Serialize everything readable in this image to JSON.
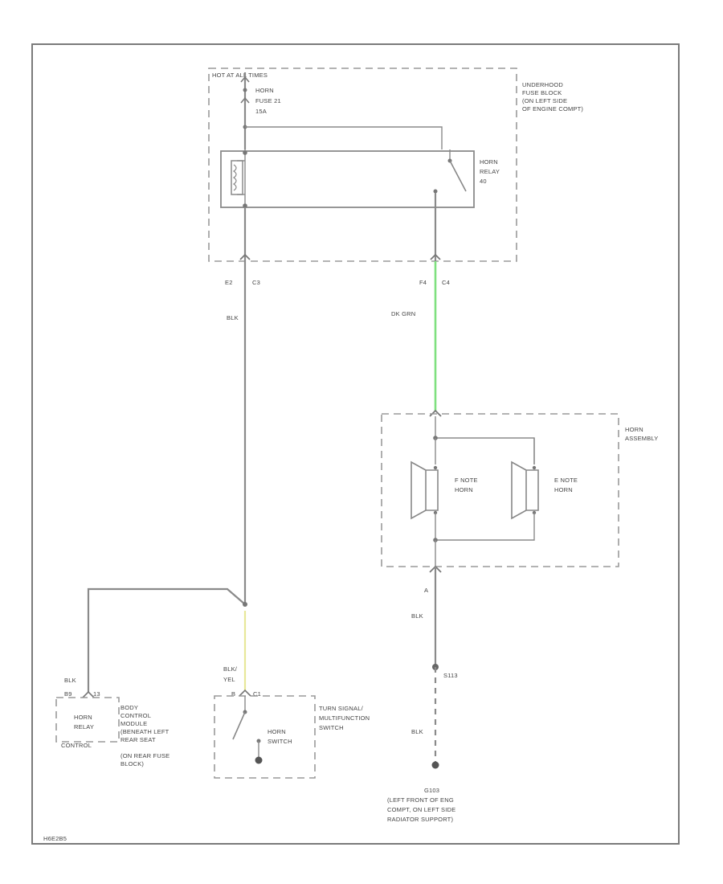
{
  "diagram_id": "H6E2B5",
  "underhood_fuse_block": {
    "power_label": "HOT AT ALL TIMES",
    "label_lines": [
      "UNDERHOOD",
      "FUSE BLOCK",
      "(ON LEFT SIDE",
      "OF ENGINE COMPT)"
    ],
    "fuse_lines": [
      "HORN",
      "FUSE 21",
      "15A"
    ],
    "relay_lines": [
      "HORN",
      "RELAY",
      "40"
    ],
    "left_terminal": "E2",
    "left_connector": "C3",
    "right_terminal": "F4",
    "right_connector": "C4"
  },
  "wires": {
    "left_color": "BLK",
    "right_color": "DK GRN",
    "right_wire_hex": "#7fe07f",
    "yellow_wire_hex": "#e8e89a",
    "ground_color_upper": "BLK",
    "ground_color_lower": "BLK"
  },
  "horn_assembly": {
    "label_lines": [
      "HORN",
      "ASSEMBLY"
    ],
    "low_note_lines": [
      "F NOTE",
      "HORN"
    ],
    "high_note_lines": [
      "E NOTE",
      "HORN"
    ],
    "terminal_bottom": "A"
  },
  "ground": {
    "splice_label": "S113",
    "ground_label": "G103",
    "location_lines": [
      "(LEFT FRONT OF ENG",
      "COMPT, ON LEFT SIDE",
      "RADIATOR SUPPORT)"
    ]
  },
  "body_control_module": {
    "wire_label": "BLK",
    "pin_label": "B9",
    "pin_number": "13",
    "relay_lines": [
      "HORN",
      "RELAY",
      "CONTROL"
    ],
    "label_lines": [
      "BODY",
      "CONTROL",
      "MODULE",
      "(BENEATH LEFT",
      "REAR SEAT",
      "(ON REAR FUSE",
      "BLOCK)"
    ]
  },
  "turn_signal_switch": {
    "wire_color_lines": [
      "BLK/",
      "YEL"
    ],
    "pin_label": "B",
    "connector_label": "C1",
    "label_lines": [
      "TURN SIGNAL/",
      "MULTIFUNCTION",
      "SWITCH"
    ],
    "switch_lines": [
      "HORN",
      "SWITCH"
    ]
  }
}
